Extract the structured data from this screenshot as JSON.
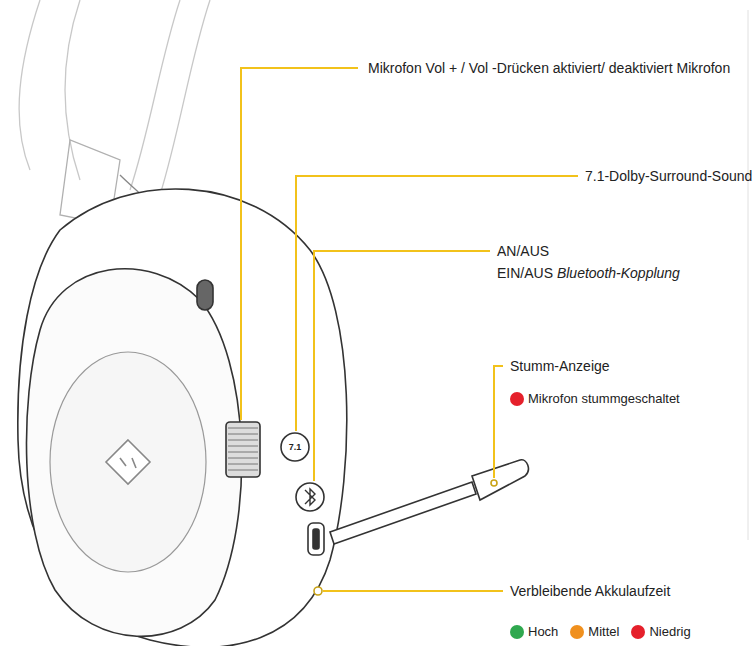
{
  "diagram": {
    "labels": [
      "Mikrofon Vol + / Vol -Drücken aktiviert/ deaktiviert Mikrofon",
      "7.1-Dolby-Surround-Sound",
      "AN/AUS",
      "EIN/AUS",
      "Bluetooth-Kopplung",
      "Stumm-Anzeige",
      "Verbleibende Akkulaufzeit",
      "7.1"
    ],
    "legend": [
      {
        "text": "Mikrofon stummgeschaltet",
        "color": "#e5202b"
      },
      {
        "text": "Hoch",
        "color": "#2fa84f"
      },
      {
        "text": "Mittel",
        "color": "#f0901e"
      },
      {
        "text": "Niedrig",
        "color": "#e5202b"
      }
    ]
  }
}
